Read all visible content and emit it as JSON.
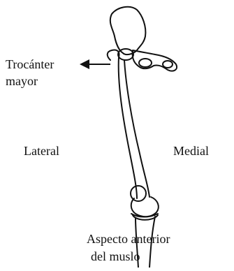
{
  "labels": {
    "trocanter_line1": "Trocánter",
    "trocanter_line2": "mayor",
    "lateral": "Lateral",
    "medial": "Medial",
    "caption_line1": "Aspecto anterior",
    "caption_line2": "del muslo"
  },
  "colors": {
    "ink": "#111111",
    "background": "#ffffff"
  }
}
